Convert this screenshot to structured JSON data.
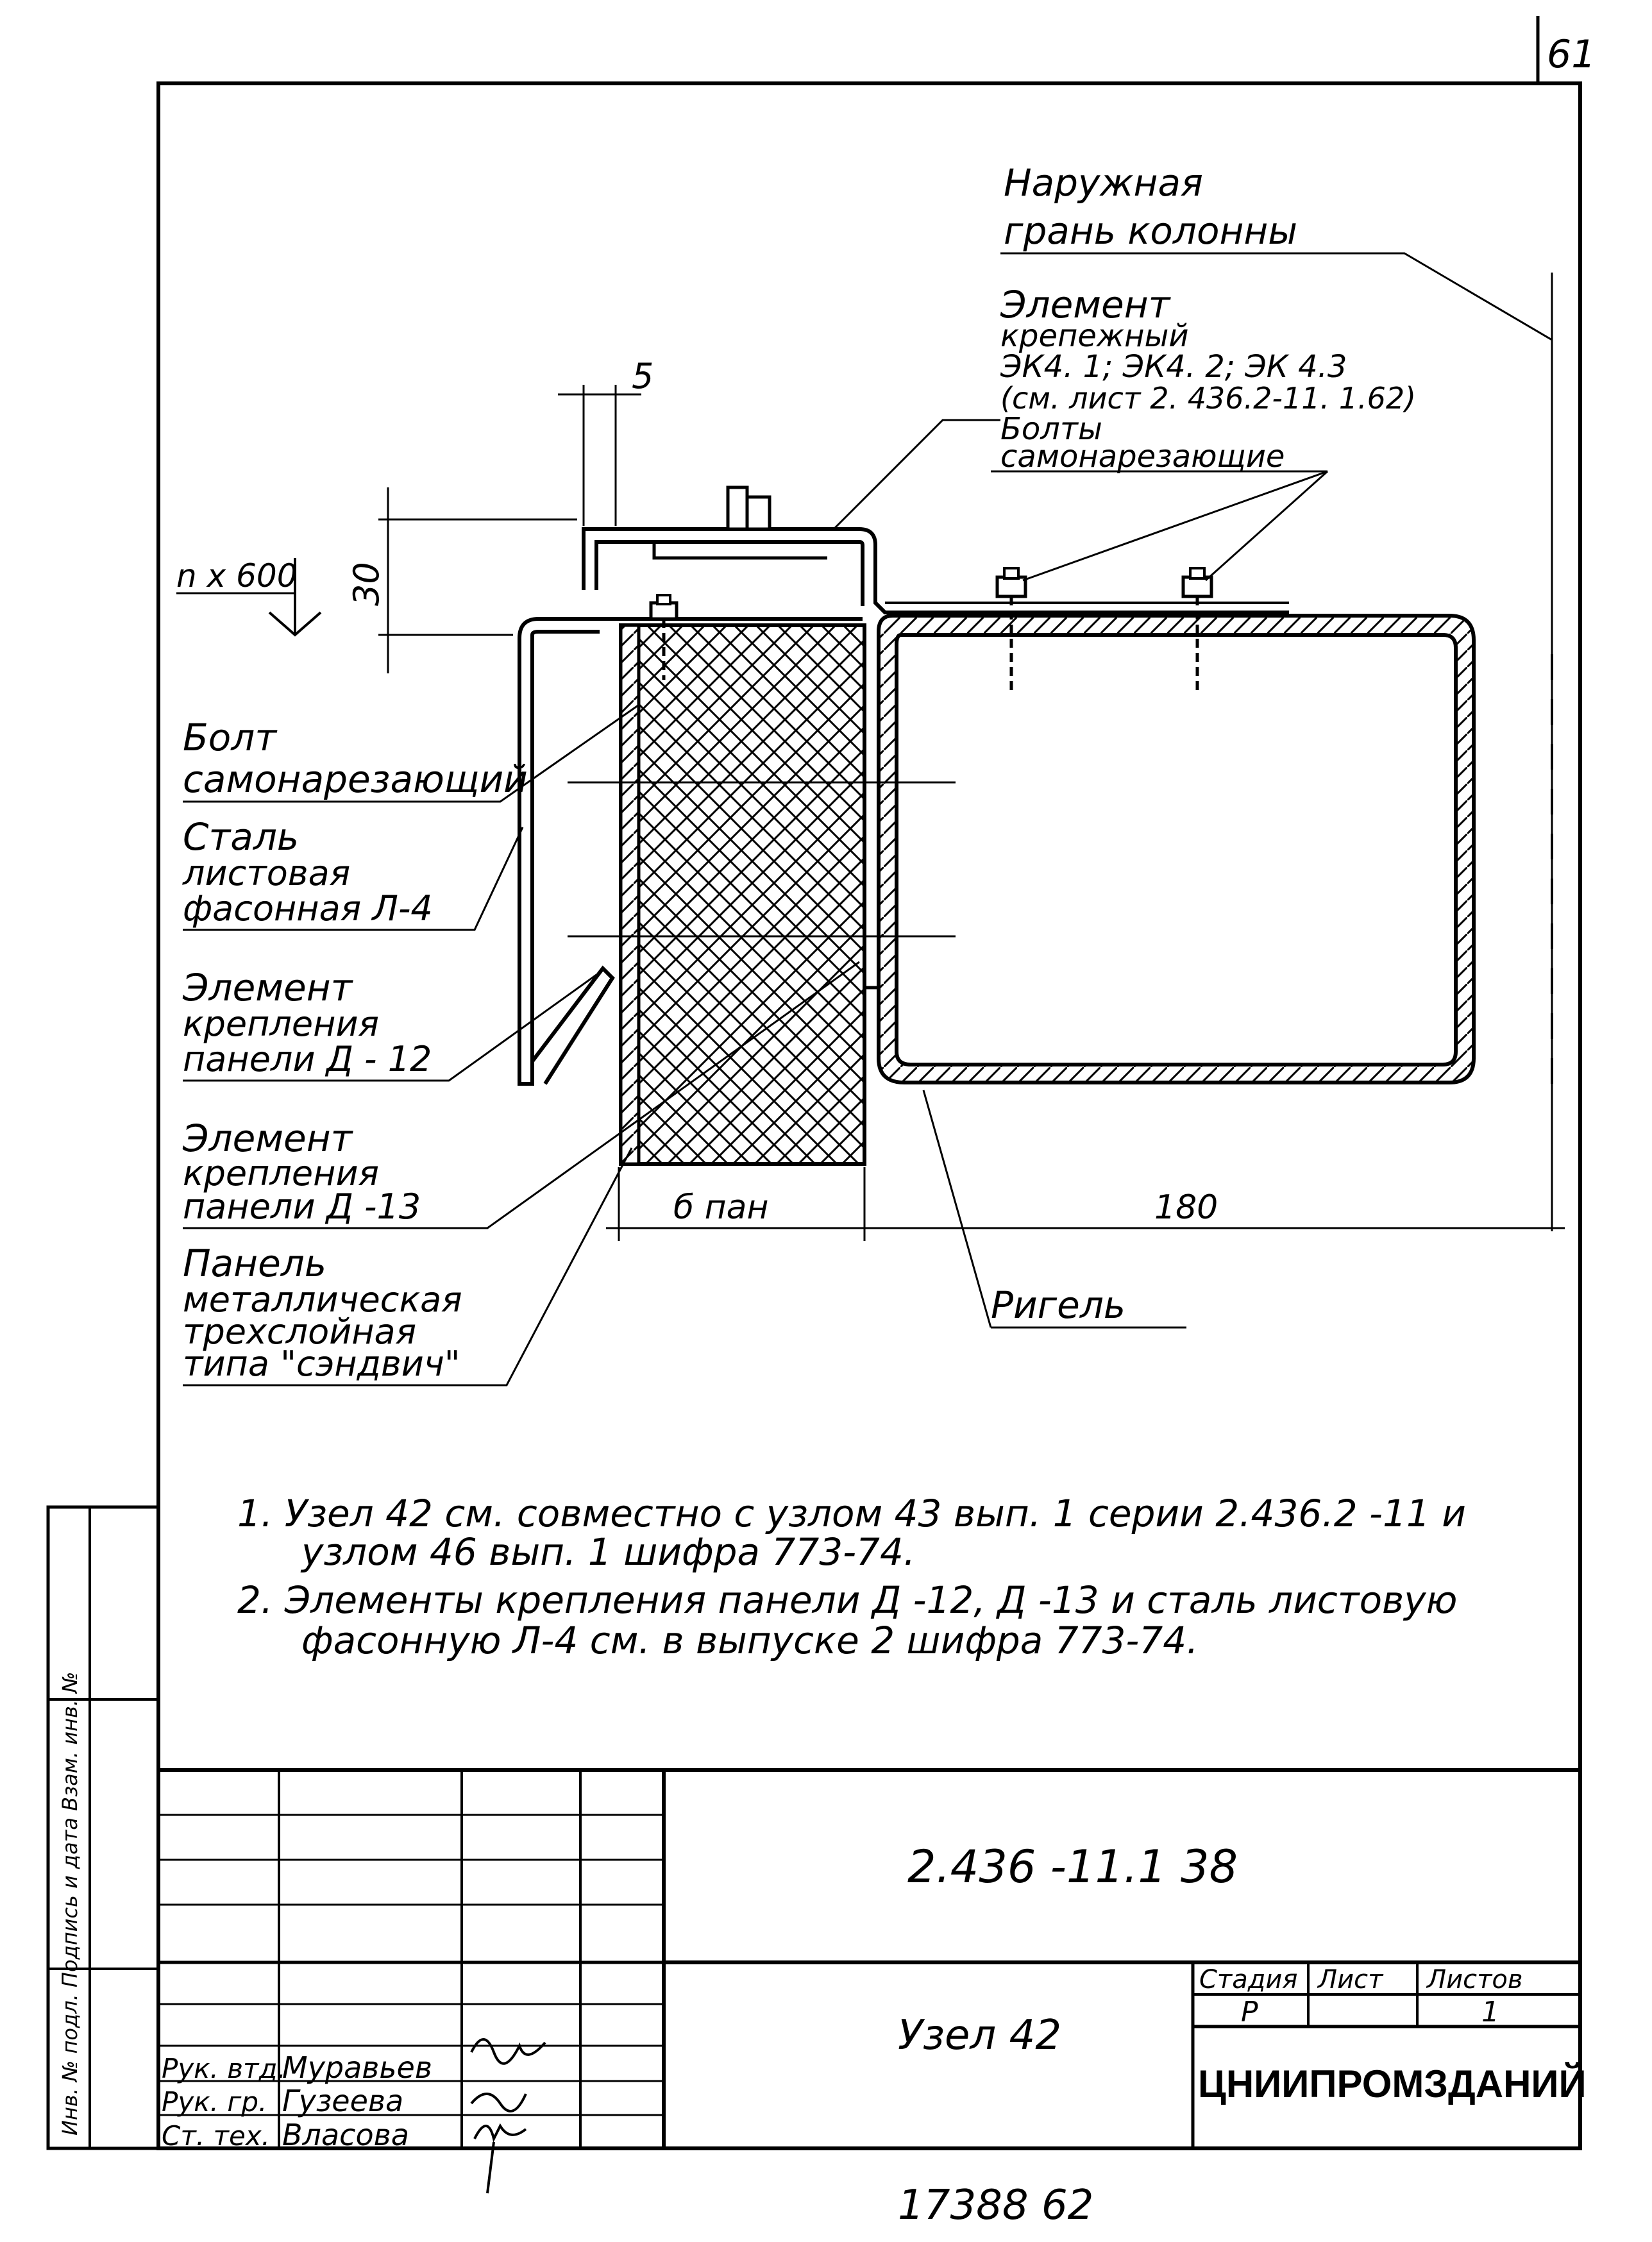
{
  "sheet_corner": "61",
  "labels": {
    "outer_face": [
      "Наружная",
      "грань колонны"
    ],
    "fastener": [
      "Элемент",
      "крепежный",
      "ЭК4. 1; ЭК4. 2; ЭК 4.3",
      "(см. лист 2. 436.2-11. 1.62)",
      "Болты",
      "самонарезающие"
    ],
    "bolt": [
      "Болт",
      "самонарезающий"
    ],
    "steel": [
      "Сталь",
      "листовая",
      "фасонная Л-4"
    ],
    "element_d12": [
      "Элемент",
      "крепления",
      "панели Д - 12"
    ],
    "element_d13": [
      "Элемент",
      "крепления",
      "панели Д -13"
    ],
    "panel": [
      "Панель",
      "металлическая",
      "трехслойная",
      "типа \"сэндвич\""
    ],
    "rigel": "Ригель"
  },
  "dims": {
    "d5": "5",
    "d30": "30",
    "n600": "n x 600",
    "bpan": "б пан",
    "d180": "180"
  },
  "notes": [
    "1. Узел 42 см. совместно с узлом 43 вып. 1 серии 2.436.2 -11 и",
    "узлом 46 вып. 1 шифра 773-74.",
    "2. Элементы крепления панели Д -12, Д -13 и сталь листовую",
    "фасонную Л-4 см. в выпуске 2 шифра 773-74."
  ],
  "title_block": {
    "code": "2.436 -11.1 38",
    "title": "Узел 42",
    "stage_head": "Стадия",
    "sheet_head": "Лист",
    "sheets_head": "Листов",
    "stage": "Р",
    "sheet": "",
    "sheets": "1",
    "org": "ЦНИИПРОМЗДАНИЙ",
    "roles": [
      "Рук. втд.",
      "Рук. гр.",
      "Ст. тех."
    ],
    "names": [
      "Муравьев",
      "Гузеева",
      "Власова"
    ]
  },
  "side_stamp": "Инв. № подл. Подпись и дата Взам. инв. №",
  "bottom_number": "17388 62"
}
